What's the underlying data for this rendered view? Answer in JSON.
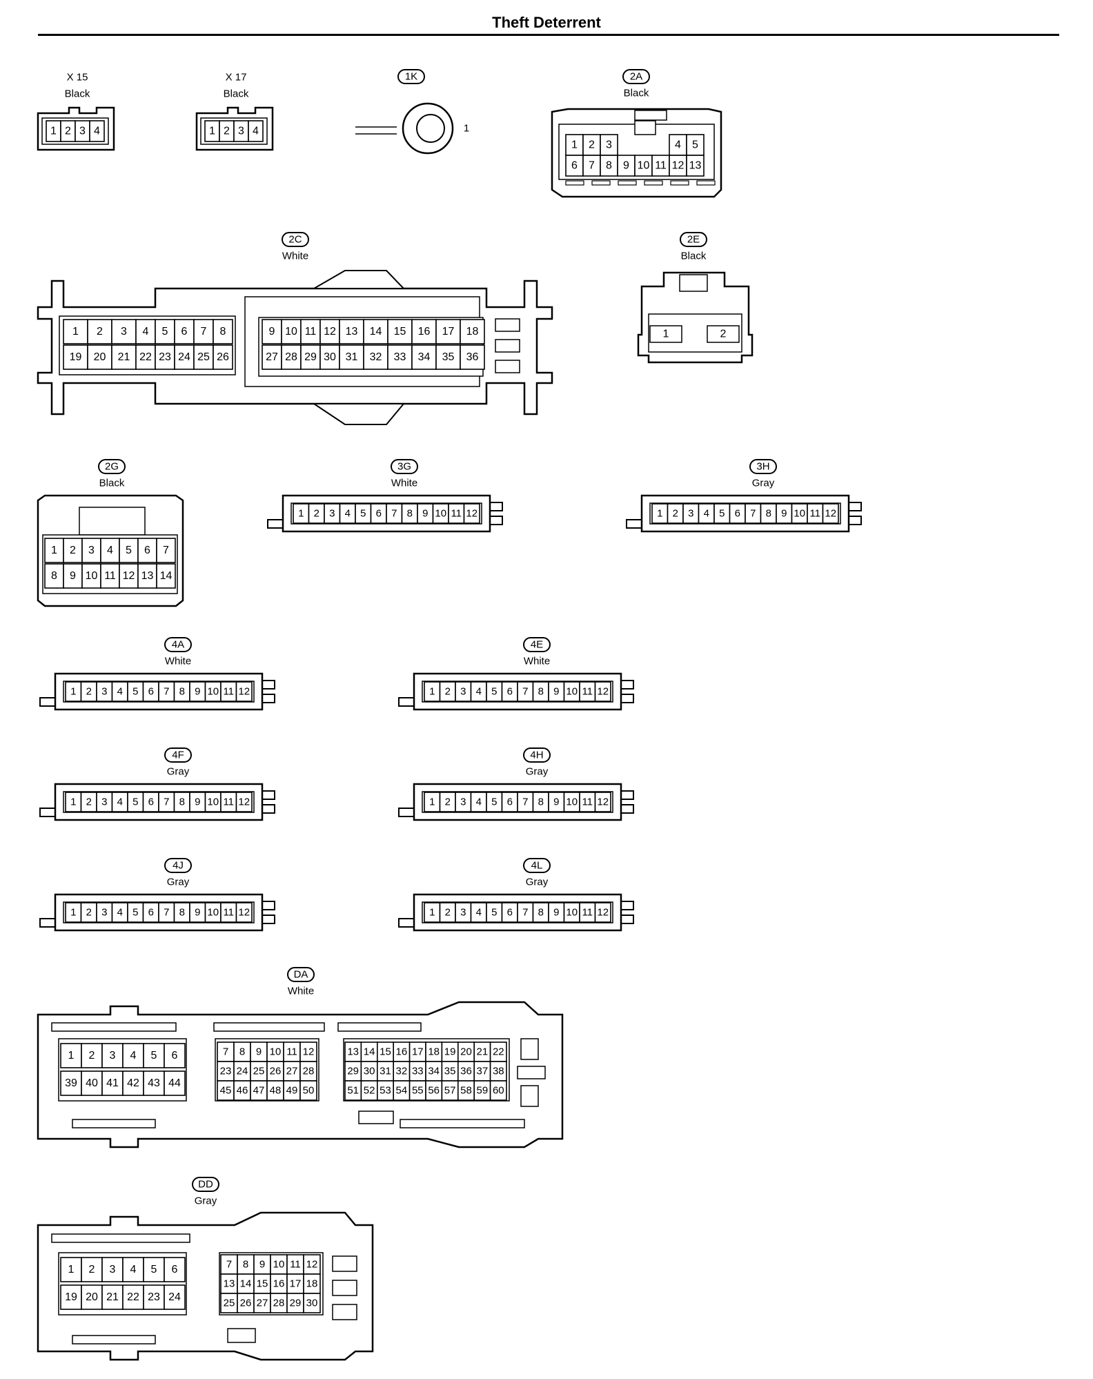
{
  "title": "Theft Deterrent",
  "connectors": [
    {
      "id": "X15",
      "code": "X 15",
      "color": "Black",
      "pins": [
        "1",
        "2",
        "3",
        "4"
      ]
    },
    {
      "id": "X17",
      "code": "X 17",
      "color": "Black",
      "pins": [
        "1",
        "2",
        "3",
        "4"
      ]
    },
    {
      "id": "1K",
      "code": "1K",
      "color": "",
      "pins": [
        "1"
      ]
    },
    {
      "id": "2A",
      "code": "2A",
      "color": "Black",
      "pins": [
        "1",
        "2",
        "3",
        "4",
        "5",
        "6",
        "7",
        "8",
        "9",
        "10",
        "11",
        "12",
        "13"
      ]
    },
    {
      "id": "2C",
      "code": "2C",
      "color": "White",
      "pins": [
        "1",
        "2",
        "3",
        "4",
        "5",
        "6",
        "7",
        "8",
        "9",
        "10",
        "11",
        "12",
        "13",
        "14",
        "15",
        "16",
        "17",
        "18",
        "19",
        "20",
        "21",
        "22",
        "23",
        "24",
        "25",
        "26",
        "27",
        "28",
        "29",
        "30",
        "31",
        "32",
        "33",
        "34",
        "35",
        "36"
      ]
    },
    {
      "id": "2E",
      "code": "2E",
      "color": "Black",
      "pins": [
        "1",
        "2"
      ]
    },
    {
      "id": "2G",
      "code": "2G",
      "color": "Black",
      "pins": [
        "1",
        "2",
        "3",
        "4",
        "5",
        "6",
        "7",
        "8",
        "9",
        "10",
        "11",
        "12",
        "13",
        "14"
      ]
    },
    {
      "id": "3G",
      "code": "3G",
      "color": "White",
      "pins": [
        "1",
        "2",
        "3",
        "4",
        "5",
        "6",
        "7",
        "8",
        "9",
        "10",
        "11",
        "12"
      ]
    },
    {
      "id": "3H",
      "code": "3H",
      "color": "Gray",
      "pins": [
        "1",
        "2",
        "3",
        "4",
        "5",
        "6",
        "7",
        "8",
        "9",
        "10",
        "11",
        "12"
      ]
    },
    {
      "id": "4A",
      "code": "4A",
      "color": "White",
      "pins": [
        "1",
        "2",
        "3",
        "4",
        "5",
        "6",
        "7",
        "8",
        "9",
        "10",
        "11",
        "12"
      ]
    },
    {
      "id": "4E",
      "code": "4E",
      "color": "White",
      "pins": [
        "1",
        "2",
        "3",
        "4",
        "5",
        "6",
        "7",
        "8",
        "9",
        "10",
        "11",
        "12"
      ]
    },
    {
      "id": "4F",
      "code": "4F",
      "color": "Gray",
      "pins": [
        "1",
        "2",
        "3",
        "4",
        "5",
        "6",
        "7",
        "8",
        "9",
        "10",
        "11",
        "12"
      ]
    },
    {
      "id": "4H",
      "code": "4H",
      "color": "Gray",
      "pins": [
        "1",
        "2",
        "3",
        "4",
        "5",
        "6",
        "7",
        "8",
        "9",
        "10",
        "11",
        "12"
      ]
    },
    {
      "id": "4J",
      "code": "4J",
      "color": "Gray",
      "pins": [
        "1",
        "2",
        "3",
        "4",
        "5",
        "6",
        "7",
        "8",
        "9",
        "10",
        "11",
        "12"
      ]
    },
    {
      "id": "4L",
      "code": "4L",
      "color": "Gray",
      "pins": [
        "1",
        "2",
        "3",
        "4",
        "5",
        "6",
        "7",
        "8",
        "9",
        "10",
        "11",
        "12"
      ]
    },
    {
      "id": "DA",
      "code": "DA",
      "color": "White",
      "pins": [
        "1",
        "2",
        "3",
        "4",
        "5",
        "6",
        "7",
        "8",
        "9",
        "10",
        "11",
        "12",
        "13",
        "14",
        "15",
        "16",
        "17",
        "18",
        "19",
        "20",
        "21",
        "22",
        "23",
        "24",
        "25",
        "26",
        "27",
        "28",
        "29",
        "30",
        "31",
        "32",
        "33",
        "34",
        "35",
        "36",
        "37",
        "38",
        "39",
        "40",
        "41",
        "42",
        "43",
        "44",
        "45",
        "46",
        "47",
        "48",
        "49",
        "50",
        "51",
        "52",
        "53",
        "54",
        "55",
        "56",
        "57",
        "58",
        "59",
        "60"
      ]
    },
    {
      "id": "DD",
      "code": "DD",
      "color": "Gray",
      "pins": [
        "1",
        "2",
        "3",
        "4",
        "5",
        "6",
        "7",
        "8",
        "9",
        "10",
        "11",
        "12",
        "13",
        "14",
        "15",
        "16",
        "17",
        "18",
        "19",
        "20",
        "21",
        "22",
        "23",
        "24",
        "25",
        "26",
        "27",
        "28",
        "29",
        "30"
      ]
    }
  ]
}
